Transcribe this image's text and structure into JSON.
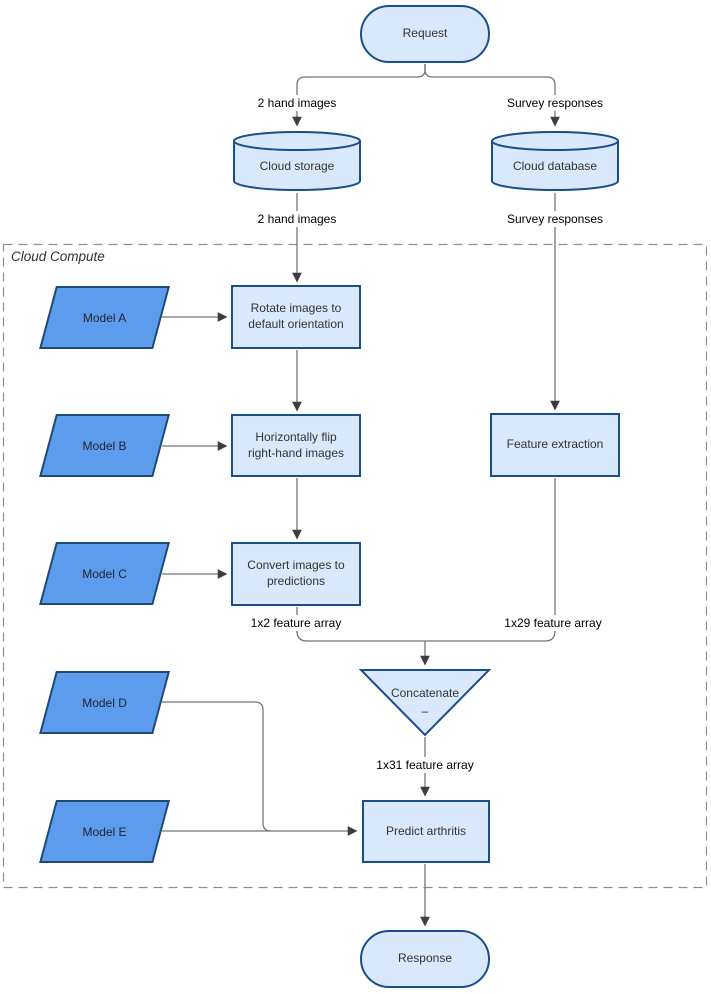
{
  "diagram": {
    "container_label": "Cloud Compute",
    "nodes": {
      "request": {
        "label": "Request",
        "shape": "stadium"
      },
      "cloud_storage": {
        "label": "Cloud storage",
        "shape": "cylinder"
      },
      "cloud_database": {
        "label": "Cloud database",
        "shape": "cylinder"
      },
      "model_a": {
        "label": "Model A",
        "shape": "parallelogram"
      },
      "model_b": {
        "label": "Model B",
        "shape": "parallelogram"
      },
      "model_c": {
        "label": "Model C",
        "shape": "parallelogram"
      },
      "model_d": {
        "label": "Model D",
        "shape": "parallelogram"
      },
      "model_e": {
        "label": "Model E",
        "shape": "parallelogram"
      },
      "rotate_images": {
        "label": "Rotate images to default orientation",
        "shape": "rectangle"
      },
      "flip_images": {
        "label": "Horizontally flip right-hand images",
        "shape": "rectangle"
      },
      "convert_images": {
        "label": "Convert images to predictions",
        "shape": "rectangle"
      },
      "feature_extraction": {
        "label": "Feature extraction",
        "shape": "rectangle"
      },
      "concatenate": {
        "label": "Concatenate",
        "sublabel": "–",
        "shape": "inverted-triangle"
      },
      "predict_arthritis": {
        "label": "Predict arthritis",
        "shape": "rectangle"
      },
      "response": {
        "label": "Response",
        "shape": "stadium"
      }
    },
    "edge_labels": {
      "request_to_storage": "2 hand images",
      "request_to_database": "Survey responses",
      "storage_to_rotate": "2 hand images",
      "database_to_feature": "Survey responses",
      "convert_output": "1x2 feature array",
      "feature_output": "1x29 feature array",
      "concatenate_output": "1x31 feature array"
    },
    "colors": {
      "light_fill": "#dae8fc",
      "light_stroke": "#1a4e8a",
      "medium_fill": "#5d9cec",
      "medium_stroke": "#1e4a75",
      "connector": "#757575",
      "arrowhead": "#3d3d3d",
      "container_border": "#8f8f8f"
    }
  }
}
